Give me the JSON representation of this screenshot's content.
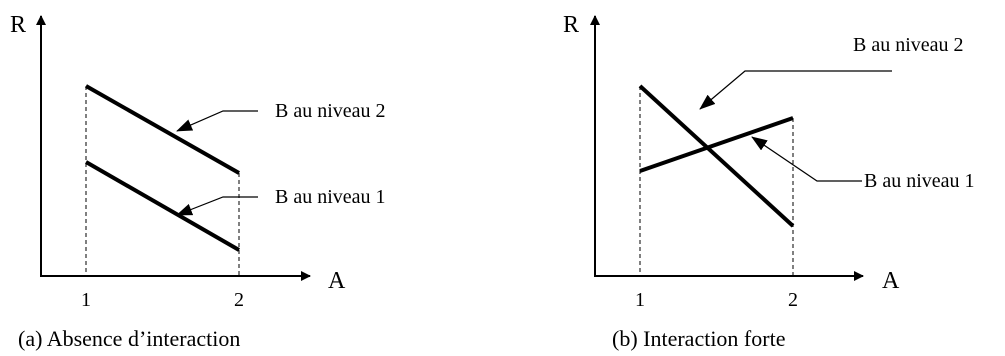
{
  "panels": [
    {
      "id": "a",
      "y_axis_label": "R",
      "x_axis_label": "A",
      "x_ticks": [
        "1",
        "2"
      ],
      "caption": "(a) Absence d’interaction",
      "lines": [
        {
          "label": "B au niveau 2"
        },
        {
          "label": "B au niveau 1"
        }
      ]
    },
    {
      "id": "b",
      "y_axis_label": "R",
      "x_axis_label": "A",
      "x_ticks": [
        "1",
        "2"
      ],
      "caption": "(b) Interaction forte",
      "lines": [
        {
          "label": "B au niveau 2"
        },
        {
          "label": "B au niveau 1"
        }
      ]
    }
  ]
}
